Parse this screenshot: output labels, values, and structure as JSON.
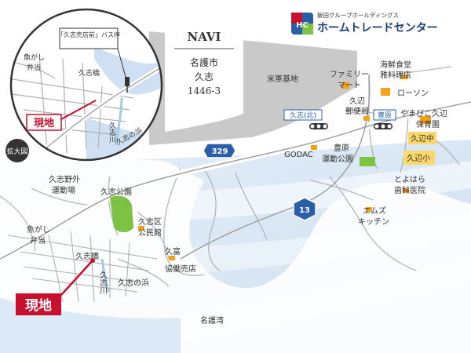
{
  "brand": {
    "group": "飯田グループホールディングス",
    "name": "ホームトレードセンター",
    "logo_text": "HC"
  },
  "navi": {
    "title": "NAVI",
    "city": "名護市",
    "district": "久志",
    "address": "1446-3"
  },
  "inset": {
    "bus_stop": "「久志売店前」バス停",
    "site": "現地",
    "bridge": "久志橋",
    "lunch_line1": "魚がし",
    "lunch_line2": "弁当",
    "river": "久志川",
    "beach": "久志の浜",
    "zoom_badge": "拡大図"
  },
  "main": {
    "base": "米軍基地",
    "family_mart_1": "ファミリー",
    "family_mart_2": "マート",
    "seafood_1": "海鮮食堂",
    "seafood_2": "雅料理店",
    "lawson": "ローソン",
    "post_1": "久辺",
    "post_2": "郵便局",
    "signal_kushi_kita": "久志(北)",
    "signal_toyohara": "豊原",
    "nursery_1": "やまびこ久辺",
    "nursery_2": "保育園",
    "jhs": "久辺中",
    "elem": "久辺小",
    "godac": "GODAC",
    "toyohara_park_1": "豊原",
    "toyohara_park_2": "運動公園",
    "route_329": "329",
    "route_13": "13",
    "dental_1": "とよはら",
    "dental_2": "歯科医院",
    "kitchen_1": "エムズ",
    "kitchen_2": "キッチン",
    "kushi_field_1": "久志野外",
    "kushi_field_2": "運動場",
    "kushi_park": "久志公園",
    "community_1": "久志区",
    "community_2": "公民館",
    "store_1": "久富",
    "store_2": "協働売店",
    "lunch_1": "魚がし",
    "lunch_2": "弁当",
    "bridge": "久志橋",
    "river": "久志川",
    "beach": "久志の浜",
    "bay": "名護湾",
    "site": "現地"
  },
  "colors": {
    "site_red": "#c8102e",
    "route_blue": "#2a5ea8",
    "park_green": "#7dc242",
    "base_gray": "#bfbfbf",
    "facility_orange": "#f7a11a",
    "school_yellow": "#fcd86a",
    "sea_blue": "#dce9f6"
  },
  "icons": [
    "traffic-signal-icon",
    "bus-stop-icon",
    "school-icon"
  ]
}
